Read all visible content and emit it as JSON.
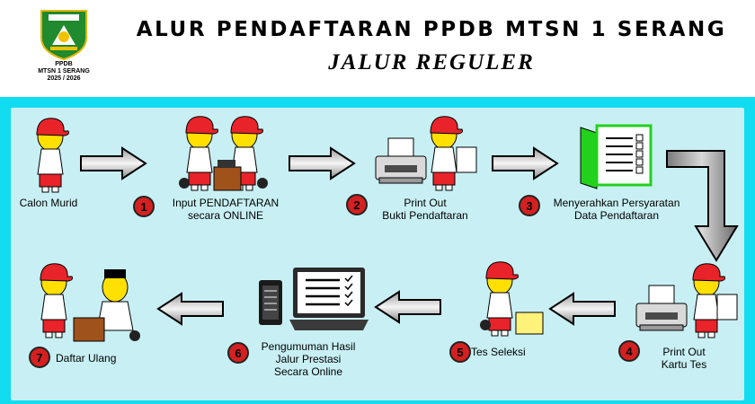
{
  "logo": {
    "line1": "PPDB",
    "line2": "MTSN 1 SERANG",
    "line3": "2025 / 2026"
  },
  "title": "ALUR PENDAFTARAN PPDB MTSN 1 SERANG",
  "subtitle": "JALUR REGULER",
  "steps": [
    {
      "number": "",
      "line1": "Calon Murid",
      "line2": ""
    },
    {
      "number": "1",
      "line1": "Input PENDAFTARAN",
      "line2": "secara ONLINE"
    },
    {
      "number": "2",
      "line1": "Print Out",
      "line2": "Bukti Pendaftaran"
    },
    {
      "number": "3",
      "line1": "Menyerahkan Persyaratan",
      "line2": "Data Pendaftaran"
    },
    {
      "number": "4",
      "line1": "Print Out",
      "line2": "Kartu Tes"
    },
    {
      "number": "5",
      "line1": "Tes Seleksi",
      "line2": ""
    },
    {
      "number": "6",
      "line1": "Pengumuman Hasil",
      "line2": "Jalur Prestasi",
      "line3": "Secara Online"
    },
    {
      "number": "7",
      "line1": "Daftar Ulang",
      "line2": ""
    }
  ],
  "colors": {
    "panel": "#12dcf0",
    "panel_inner": "#c8f0f4",
    "badge": "#d42020",
    "hat": "#e8232a",
    "logo_green": "#1f8a2e"
  }
}
